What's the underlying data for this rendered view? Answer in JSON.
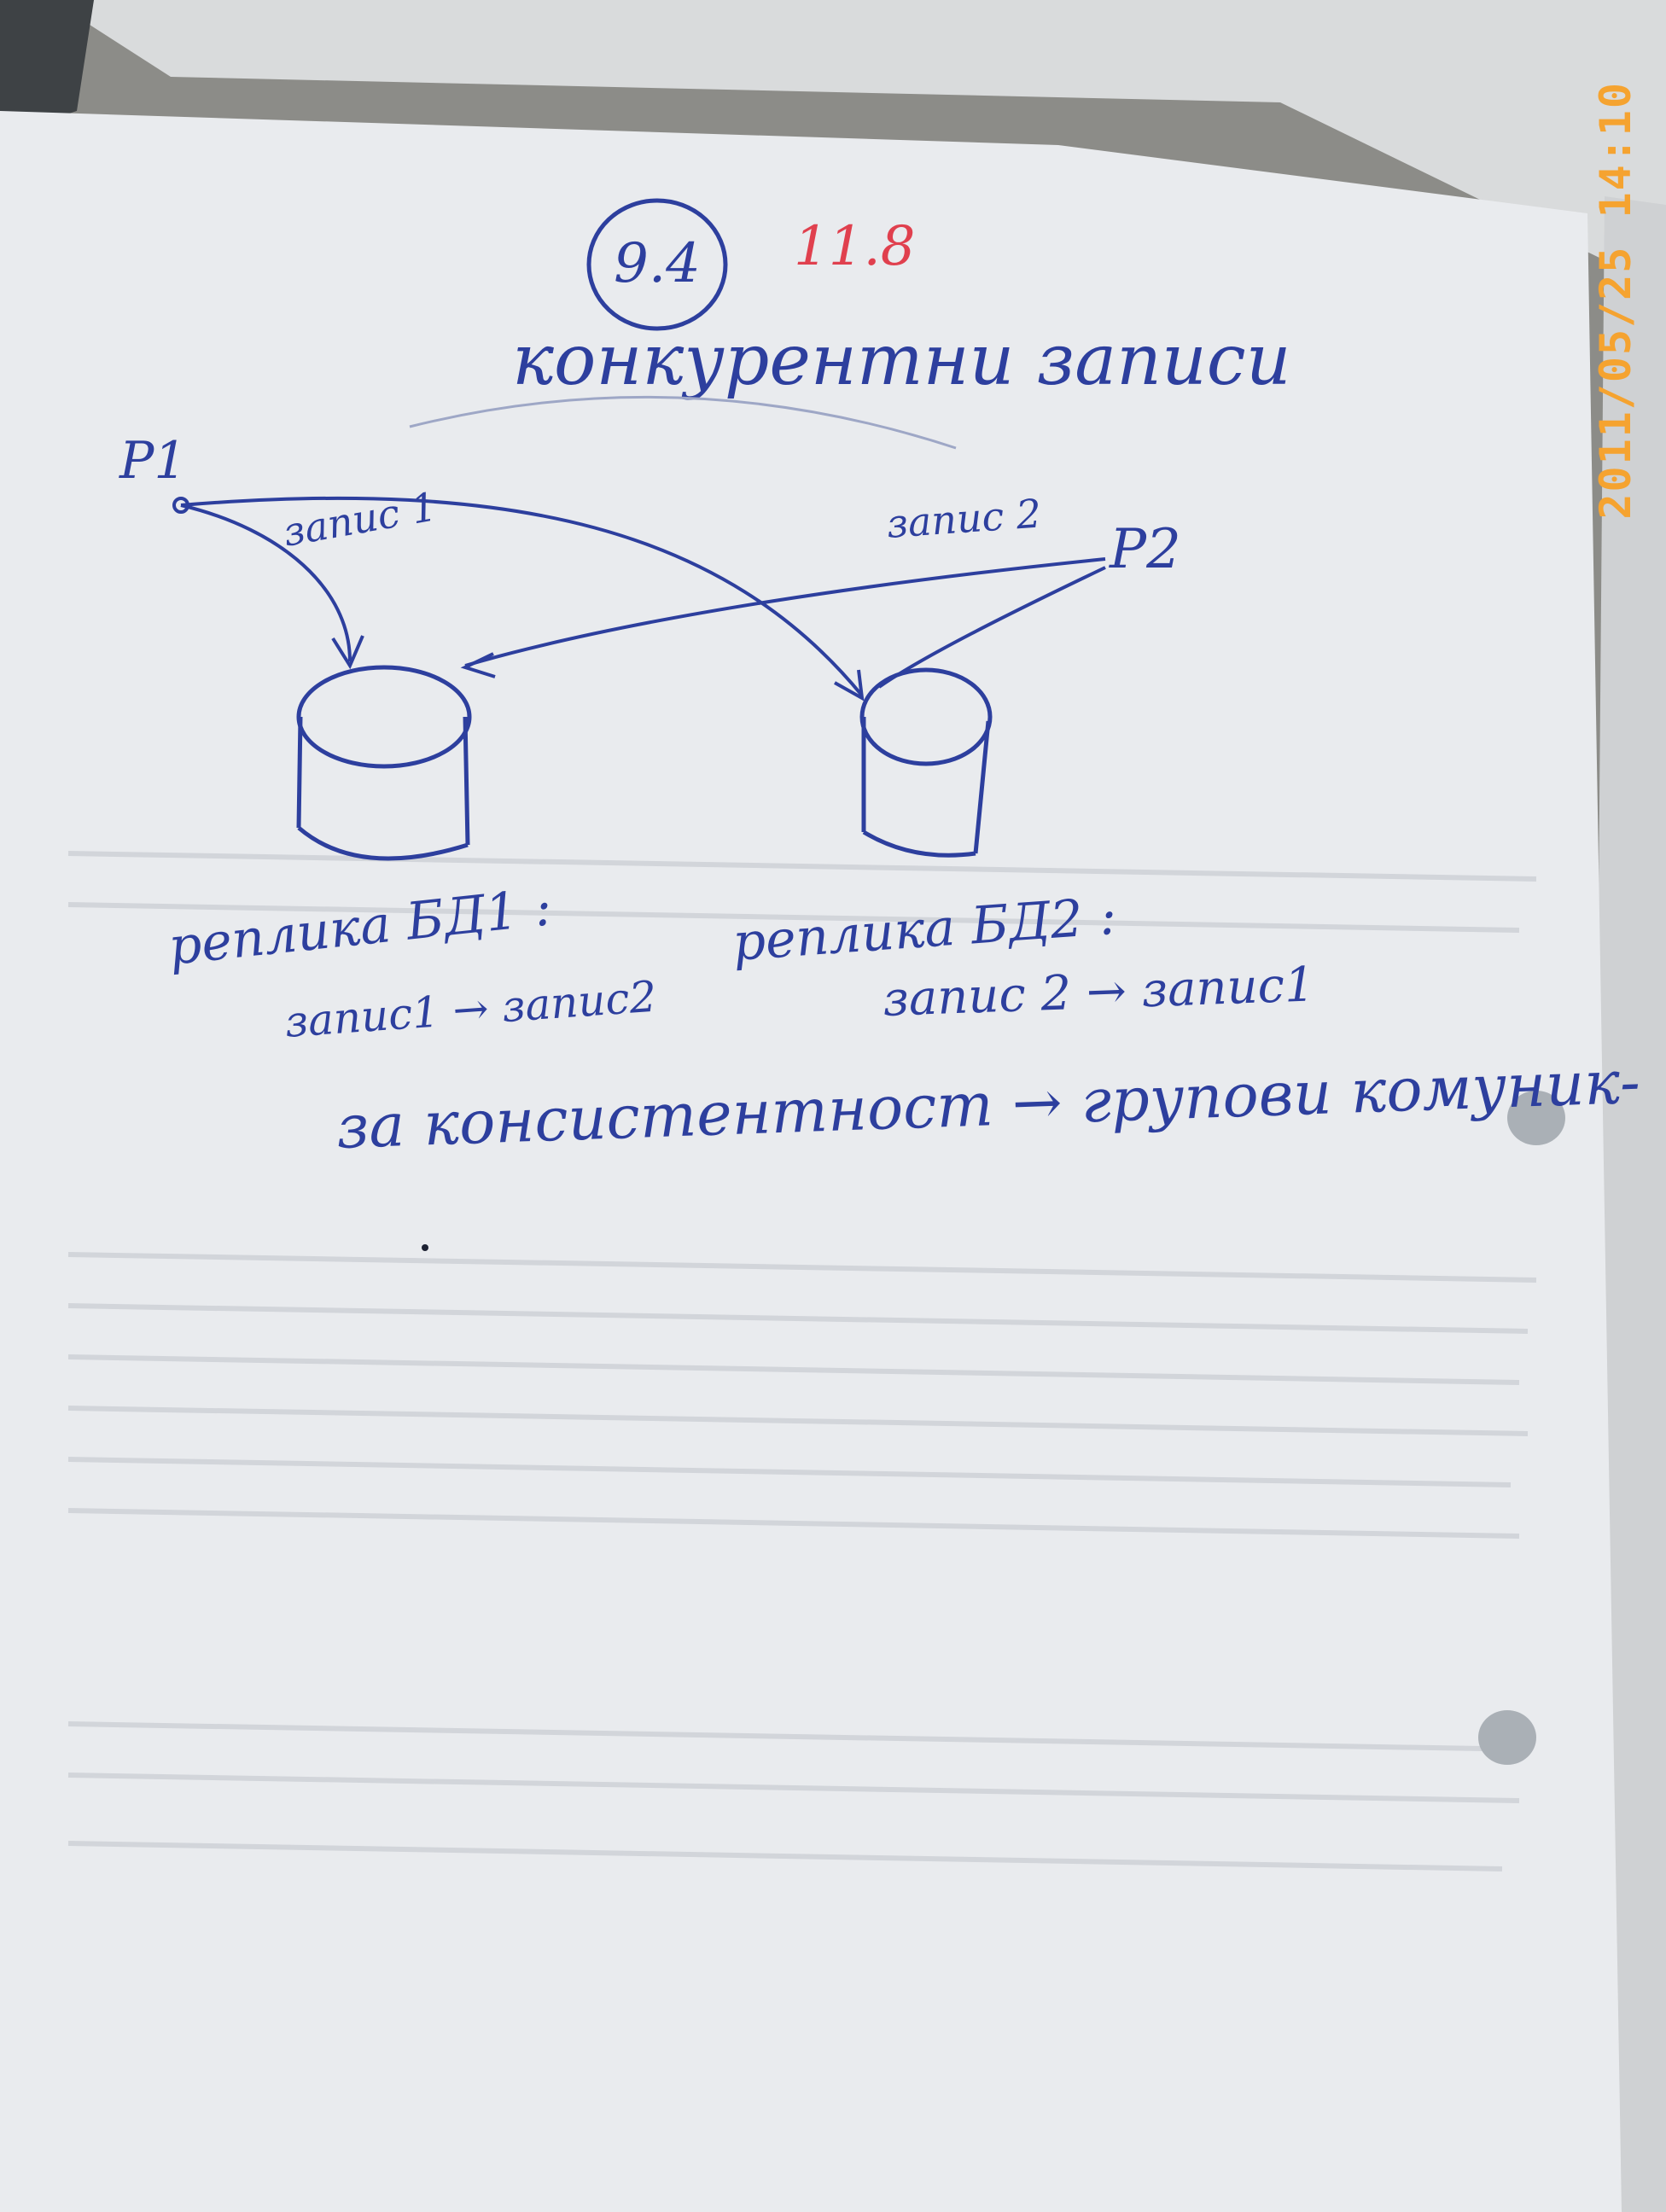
{
  "photo_timestamp": "2011/05/25  14:10",
  "colors": {
    "ink_blue": "#2d3f9e",
    "ink_red": "#e0404e",
    "stamp_orange": "#f5a330",
    "paper": "#e9ebee"
  },
  "note": {
    "section_circled": "9.4",
    "section_red": "11.8",
    "title": "конкурентни записи",
    "process_1": "P1",
    "process_2": "P2",
    "write_1": "запис 1",
    "write_2": "запис 2",
    "replica_1": {
      "label": "реплика БД1 :",
      "order": "запис1 → запис2"
    },
    "replica_2": {
      "label": "реплика БД2 :",
      "order": "запис 2 → запис1"
    },
    "conclusion": "за консистентност → групови комуник-"
  }
}
